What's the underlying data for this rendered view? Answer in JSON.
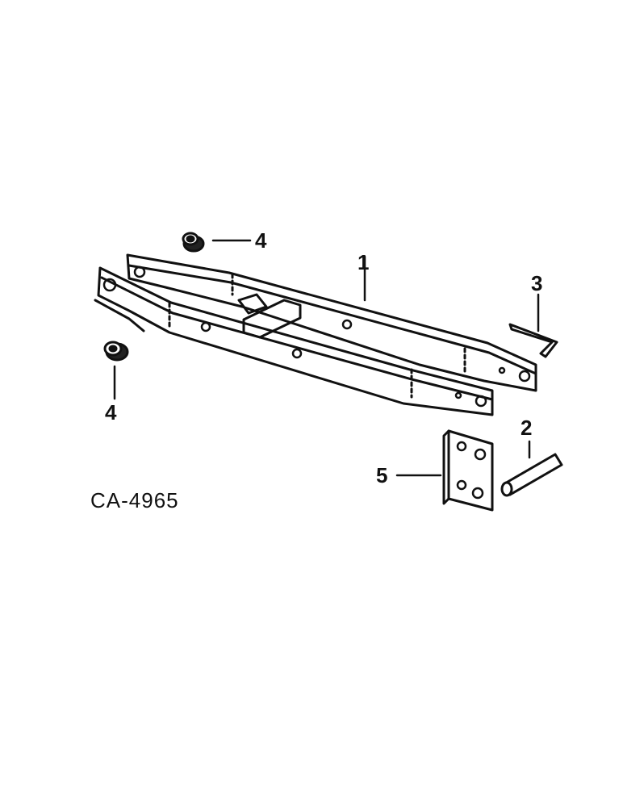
{
  "figure": {
    "code": "CA-4965"
  },
  "callouts": {
    "drawbar": "1",
    "pin": "2",
    "clip": "3",
    "bushing_top": "4",
    "bushing_bottom": "4",
    "plate": "5"
  },
  "colors": {
    "line": "#111111",
    "background": "#ffffff"
  }
}
